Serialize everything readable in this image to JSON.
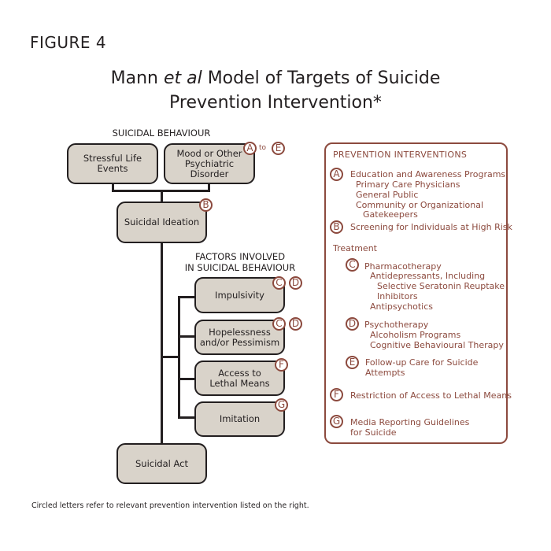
{
  "figure_label": "FIGURE 4",
  "title": {
    "line1_prefix": "Mann ",
    "line1_italic": "et al",
    "line1_suffix": " Model of Targets of Suicide",
    "line2": "Prevention Intervention*"
  },
  "colors": {
    "box_fill": "#d9d3ca",
    "box_border": "#231f20",
    "accent": "#8c4a3e"
  },
  "diagram": {
    "section_header": "SUICIDAL BEHAVIOUR",
    "factors_header_line1": "FACTORS INVOLVED",
    "factors_header_line2": "IN SUICIDAL BEHAVIOUR",
    "nodes": {
      "stressful_life_events": "Stressful Life Events",
      "mood_disorder_line1": "Mood or Other",
      "mood_disorder_line2": "Psychiatric Disorder",
      "suicidal_ideation": "Suicidal Ideation",
      "impulsivity": "Impulsivity",
      "hopelessness_line1": "Hopelessness",
      "hopelessness_line2": "and/or Pessimism",
      "access_line1": "Access to",
      "access_line2": "Lethal Means",
      "imitation": "Imitation",
      "suicidal_act": "Suicidal Act"
    },
    "markers": {
      "mood_from": "A",
      "mood_to_word": "to",
      "mood_to": "E",
      "ideation": "B",
      "impulsivity_1": "C",
      "impulsivity_2": "D",
      "hopelessness_1": "C",
      "hopelessness_2": "D",
      "access": "F",
      "imitation": "G"
    }
  },
  "interventions": {
    "header": "PREVENTION INTERVENTIONS",
    "A": {
      "letter": "A",
      "title": "Education and Awareness Programs",
      "items": [
        "Primary Care Physicians",
        "General Public",
        "Community or Organizational",
        "Gatekeepers"
      ]
    },
    "B": {
      "letter": "B",
      "title": "Screening for Individuals at High Risk"
    },
    "treatment_label": "Treatment",
    "C": {
      "letter": "C",
      "title": "Pharmacotherapy",
      "items": [
        "Antidepressants, Including",
        "Selective Seratonin Reuptake",
        "Inhibitors",
        "Antipsychotics"
      ]
    },
    "D": {
      "letter": "D",
      "title": "Psychotherapy",
      "items": [
        "Alcoholism Programs",
        "Cognitive Behavioural Therapy"
      ]
    },
    "E": {
      "letter": "E",
      "title_line1": "Follow-up Care for Suicide",
      "title_line2": "Attempts"
    },
    "F": {
      "letter": "F",
      "title": "Restriction of Access to Lethal Means"
    },
    "G": {
      "letter": "G",
      "title_line1": "Media Reporting Guidelines",
      "title_line2": "for Suicide"
    }
  },
  "footnote": "Circled letters refer to relevant prevention intervention listed on the right."
}
